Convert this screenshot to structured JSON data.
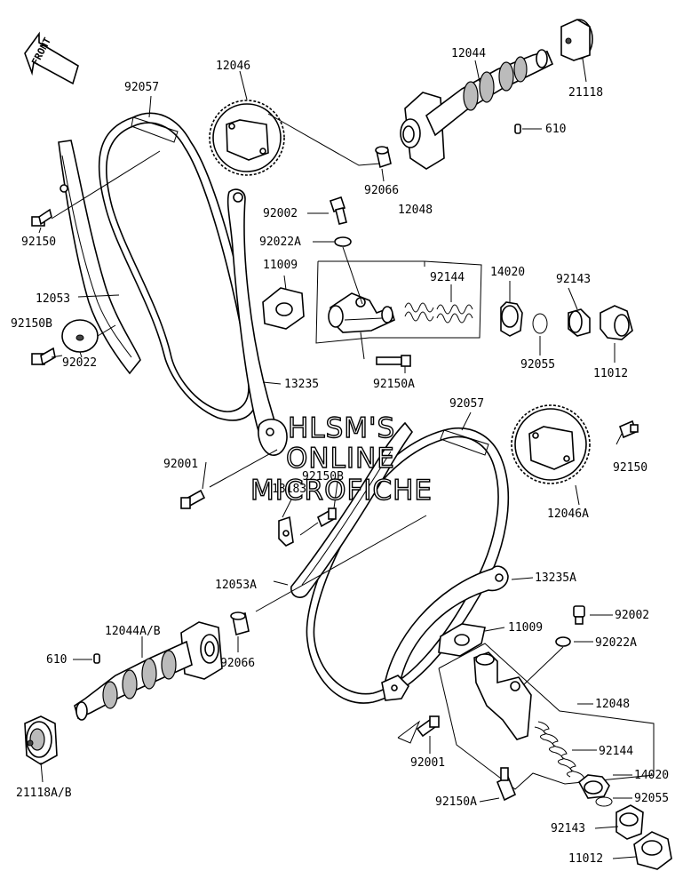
{
  "front_arrow": {
    "label": "FRONT",
    "icon": "front-direction-arrow-icon"
  },
  "watermark": [
    "HLSM'S",
    "ONLINE",
    "MICROFICHE"
  ],
  "labels": {
    "p12046": "12046",
    "p92057_top": "92057",
    "p12044": "12044",
    "p21118": "21118",
    "p610_top": "610",
    "p92066_top": "92066",
    "p92150_left": "92150",
    "p12053": "12053",
    "p92150B_left": "92150B",
    "p92022": "92022",
    "p92002_top": "92002",
    "p92022A_top": "92022A",
    "p12048_top": "12048",
    "p11009_top": "11009",
    "p92144_top": "92144",
    "p14020_top": "14020",
    "p92143_top": "92143",
    "p92055_top": "92055",
    "p11012_top": "11012",
    "p13235": "13235",
    "p92150A_mid": "92150A",
    "p92057_mid": "92057",
    "p92001_top": "92001",
    "p92150B_mid": "92150B",
    "p13183": "13183",
    "p92150_right": "92150",
    "p12046A": "12046A",
    "p12053A": "12053A",
    "p13235A": "13235A",
    "p12044AB": "12044A/B",
    "p610_bottom": "610",
    "p92066_bottom": "92066",
    "p11009_bottom": "11009",
    "p92002_bottom": "92002",
    "p92022A_bottom": "92022A",
    "p12048_bottom": "12048",
    "p92144_bottom": "92144",
    "p92001_bottom": "92001",
    "p14020_bottom": "14020",
    "p92055_bottom": "92055",
    "p92150A_bottom": "92150A",
    "p92143_bottom": "92143",
    "p11012_bottom": "11012",
    "p21118AB": "21118A/B"
  }
}
